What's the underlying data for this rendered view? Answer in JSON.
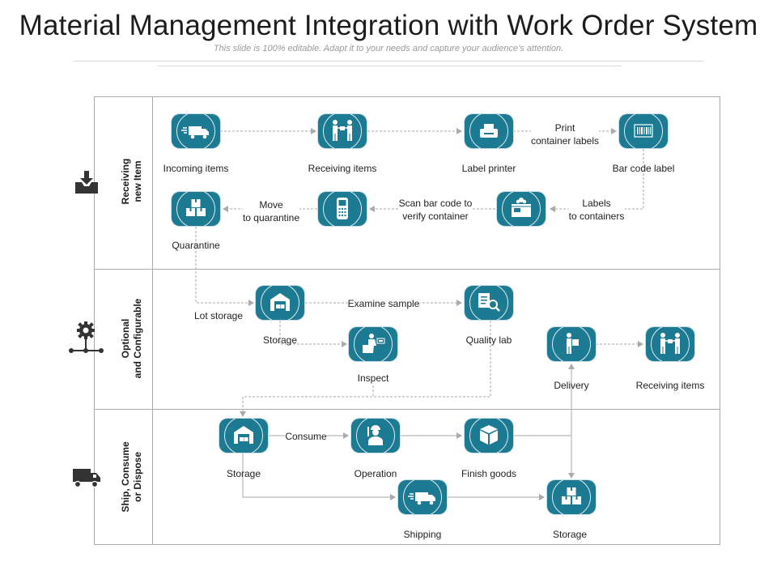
{
  "title": "Material Management Integration with Work Order System",
  "subtitle": "This slide is 100% editable. Adapt it to your needs and capture your audience’s attention.",
  "colors": {
    "node": "#1c7a92",
    "line": "#aaaaaa",
    "icon": "#333333"
  },
  "lanes": [
    {
      "label": "Receiving\nnew Item",
      "icon": "inbox-download-icon"
    },
    {
      "label": "Optional\nand Configurable",
      "icon": "gear-network-icon"
    },
    {
      "label": "Ship, Consume\nor Dispose",
      "icon": "truck-icon"
    }
  ],
  "nodes": {
    "incoming_items": {
      "label": "Incoming items",
      "icon": "delivery-truck-icon"
    },
    "receiving_items_1": {
      "label": "Receiving items",
      "icon": "handover-people-icon"
    },
    "label_printer": {
      "label": "Label printer",
      "icon": "printer-icon"
    },
    "bar_code_label": {
      "label": "Bar code label",
      "icon": "barcode-icon"
    },
    "quarantine": {
      "label": "Quarantine",
      "icon": "boxes-icon"
    },
    "scanner": {
      "label": "",
      "icon": "barcode-scanner-icon"
    },
    "labeled_box": {
      "label": "",
      "icon": "labeled-box-icon"
    },
    "storage_1": {
      "label": "Storage",
      "icon": "warehouse-icon"
    },
    "quality_lab": {
      "label": "Quality lab",
      "icon": "document-search-icon"
    },
    "inspect": {
      "label": "Inspect",
      "icon": "inspection-worker-icon"
    },
    "delivery": {
      "label": "Delivery",
      "icon": "delivery-person-icon"
    },
    "receiving_items_2": {
      "label": "Receiving items",
      "icon": "handover-people-icon"
    },
    "storage_2": {
      "label": "Storage",
      "icon": "warehouse-icon"
    },
    "operation": {
      "label": "Operation",
      "icon": "worker-icon"
    },
    "finish_goods": {
      "label": "Finish goods",
      "icon": "package-icon"
    },
    "shipping": {
      "label": "Shipping",
      "icon": "delivery-truck-icon"
    },
    "storage_3": {
      "label": "Storage",
      "icon": "boxes-icon"
    }
  },
  "edge_labels": {
    "print_container_labels": "Print\ncontainer labels",
    "labels_to_containers": "Labels\nto containers",
    "scan_bar_code": "Scan bar code to\nverify container",
    "move_to_quarantine": "Move\nto quarantine",
    "lot_storage": "Lot storage",
    "examine_sample": "Examine sample",
    "consume": "Consume"
  }
}
